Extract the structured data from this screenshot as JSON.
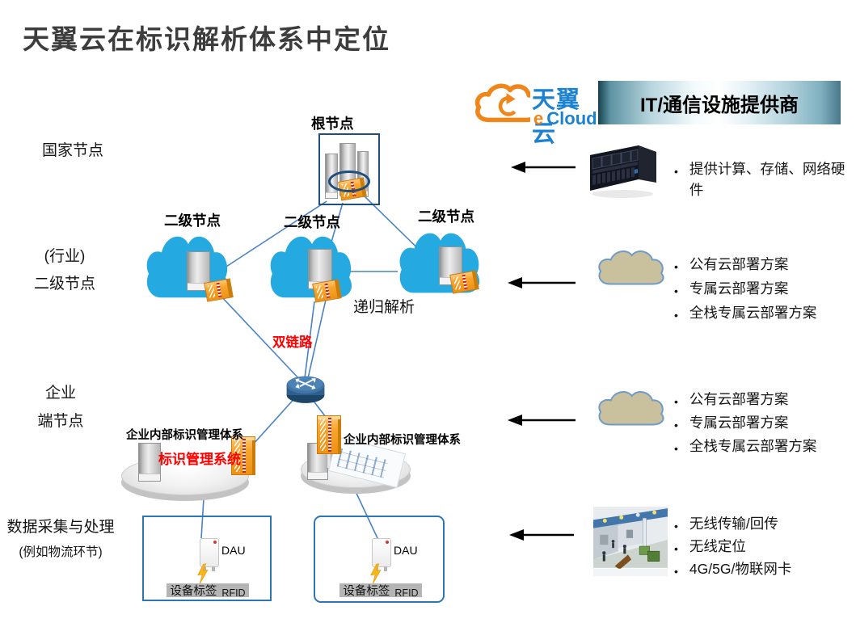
{
  "title": "天翼云在标识解析体系中定位",
  "logo": {
    "brand": "天翼云",
    "sub_e": "e",
    "sub_cloud": "Cloud"
  },
  "provider_header": "IT/通信设施提供商",
  "left_labels": {
    "national": "国家节点",
    "industry1": "(行业)",
    "industry2": "二级节点",
    "enterprise1": "企业",
    "enterprise2": "端节点",
    "data1": "数据采集与处理",
    "data2": "(例如物流环节)"
  },
  "diagram": {
    "root": "根节点",
    "secondary": [
      "二级节点",
      "二级节点",
      "二级节点"
    ],
    "recursive": "递归解析",
    "dual_link": "双链路",
    "ent_left_title": "企业内部标识管理体系",
    "ent_left_sub": "标识管理系统",
    "ent_right_title": "企业内部标识管理体系",
    "dau": "DAU",
    "device_tag": "设备标签",
    "rfid": "RFID"
  },
  "right_rows": [
    {
      "icon": "server-rack-icon",
      "bullets": [
        "提供计算、存储、网络硬件"
      ]
    },
    {
      "icon": "cloud-icon",
      "bullets": [
        "公有云部署方案",
        "专属云部署方案",
        "全栈专属云部署方案"
      ]
    },
    {
      "icon": "cloud-icon",
      "bullets": [
        "公有云部署方案",
        "专属云部署方案",
        "全栈专属云部署方案"
      ]
    },
    {
      "icon": "warehouse-icon",
      "bullets": [
        "无线传输/回传",
        "无线定位",
        "4G/5G/物联网卡"
      ]
    }
  ],
  "colors": {
    "brand_orange": "#F08519",
    "brand_blue": "#1B82D2",
    "cloud_blue": "#24A9E1",
    "line_blue": "#4A82C3",
    "alert_red": "#FF0000"
  }
}
